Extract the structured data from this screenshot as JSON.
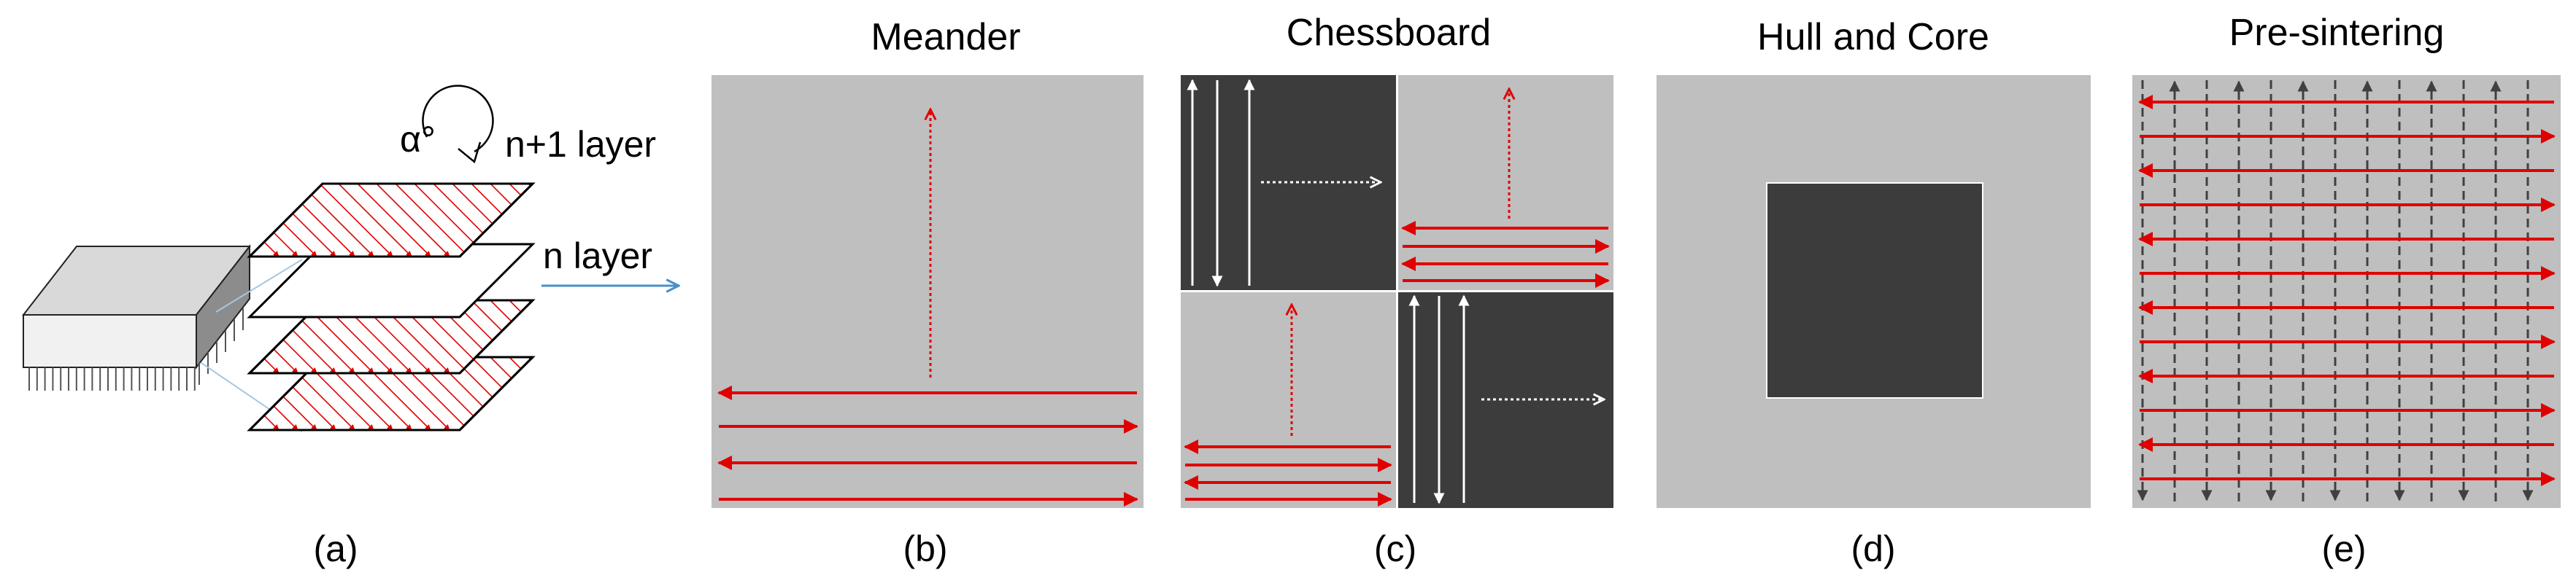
{
  "diagram": {
    "titles": {
      "b": "Meander",
      "c": "Chessboard",
      "d": "Hull and Core",
      "e": "Pre-sintering"
    },
    "captions": {
      "a": "(a)",
      "b": "(b)",
      "c": "(c)",
      "d": "(d)",
      "e": "(e)"
    },
    "layer_labels": {
      "angle": "α°",
      "upper": "n+1 layer",
      "lower": "n layer"
    },
    "colors": {
      "scan_vector": "#e00000",
      "panel_light": "#bfbfbf",
      "panel_dark": "#3c3c3c",
      "white_vector": "#ffffff",
      "dark_vector": "#404040",
      "pointer_line": "#4a90c8",
      "layer_hatch": "#e00000"
    },
    "icons": {
      "rotation": "curved-rotation-arrow-icon",
      "pointer": "arrow-right-icon"
    }
  }
}
